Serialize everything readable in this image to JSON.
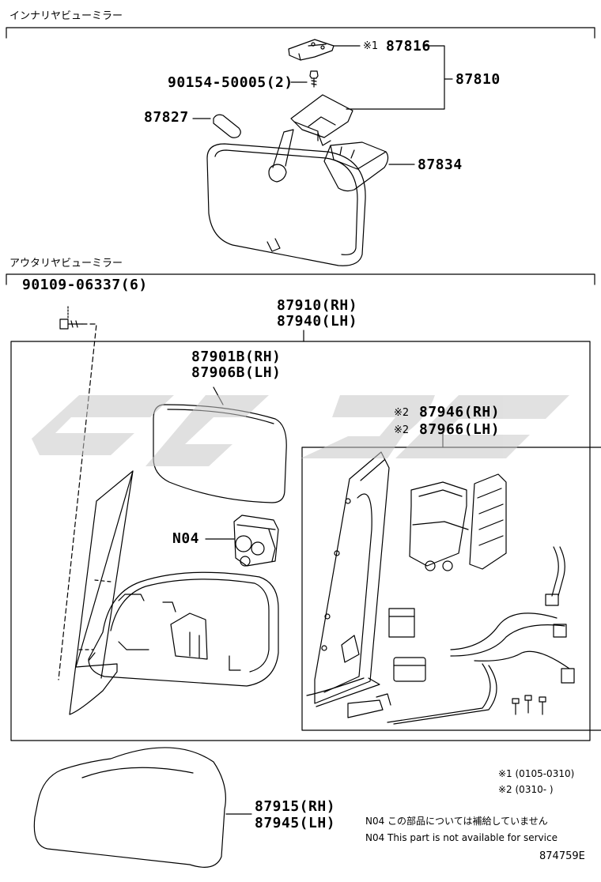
{
  "sections": {
    "interior": {
      "title": "インナリヤビューミラー"
    },
    "exterior": {
      "title": "アウタリヤビューミラー"
    }
  },
  "parts": {
    "p87816": {
      "mark": "※1",
      "number": "87816"
    },
    "p87810": {
      "number": "87810"
    },
    "p90154": {
      "number": "90154-50005(2)"
    },
    "p87827": {
      "number": "87827"
    },
    "p87834": {
      "number": "87834"
    },
    "p90109": {
      "number": "90109-06337(6)"
    },
    "p87910": {
      "rh": "87910(RH)",
      "lh": "87940(LH)"
    },
    "p87901": {
      "rh": "87901B(RH)",
      "lh": "87906B(LH)"
    },
    "p87946": {
      "mark": "※2",
      "rh": "87946(RH)",
      "lh": "87966(LH)"
    },
    "n04": {
      "label": "N04"
    },
    "p87915": {
      "rh": "87915(RH)",
      "lh": "87945(LH)"
    }
  },
  "notes": {
    "date1": "※1 (0105-0310)",
    "date2": "※2 (0310-      )",
    "n04_jp": "N04 この部品については補給していません",
    "n04_en": "N04 This part is not available for service"
  },
  "diagram_id": "874759E",
  "colors": {
    "line": "#000000",
    "watermark": "#c8c8c8"
  }
}
